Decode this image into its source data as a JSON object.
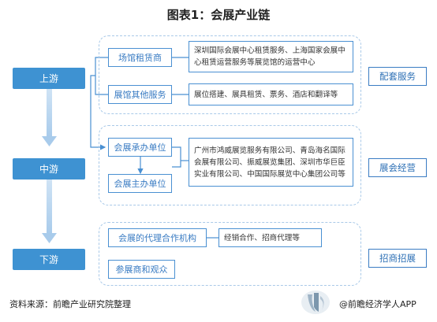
{
  "title": "图表1：会展产业链",
  "stages": {
    "upstream": "上游",
    "midstream": "中游",
    "downstream": "下游"
  },
  "nodes": {
    "venue_rental": "场馆租赁商",
    "venue_other": "展馆其他服务",
    "organizer": "会展承办单位",
    "host": "会展主办单位",
    "agency": "会展的代理合作机构",
    "participants": "参展商和观众"
  },
  "details": {
    "venue_rental": "深圳国际会展中心租赁服务、上海国家会展中心租赁运营服务等展览馆的运营中心",
    "venue_other": "展位搭建、展具租赁、票务、酒店和翻译等",
    "organizer": "广州市鸿威展览服务有限公司、青岛海名国际会展有限公司、振威展览集团、深圳市华巨臣实业有限公司、中国国际展览中心集团公司等",
    "agency": "经销合作、招商代理等"
  },
  "services": {
    "upstream": "配套服务",
    "midstream": "展会经营",
    "downstream": "招商招展"
  },
  "footer": {
    "source": "资料来源：前瞻产业研究院整理",
    "brand": "@前瞻经济学人APP"
  }
}
